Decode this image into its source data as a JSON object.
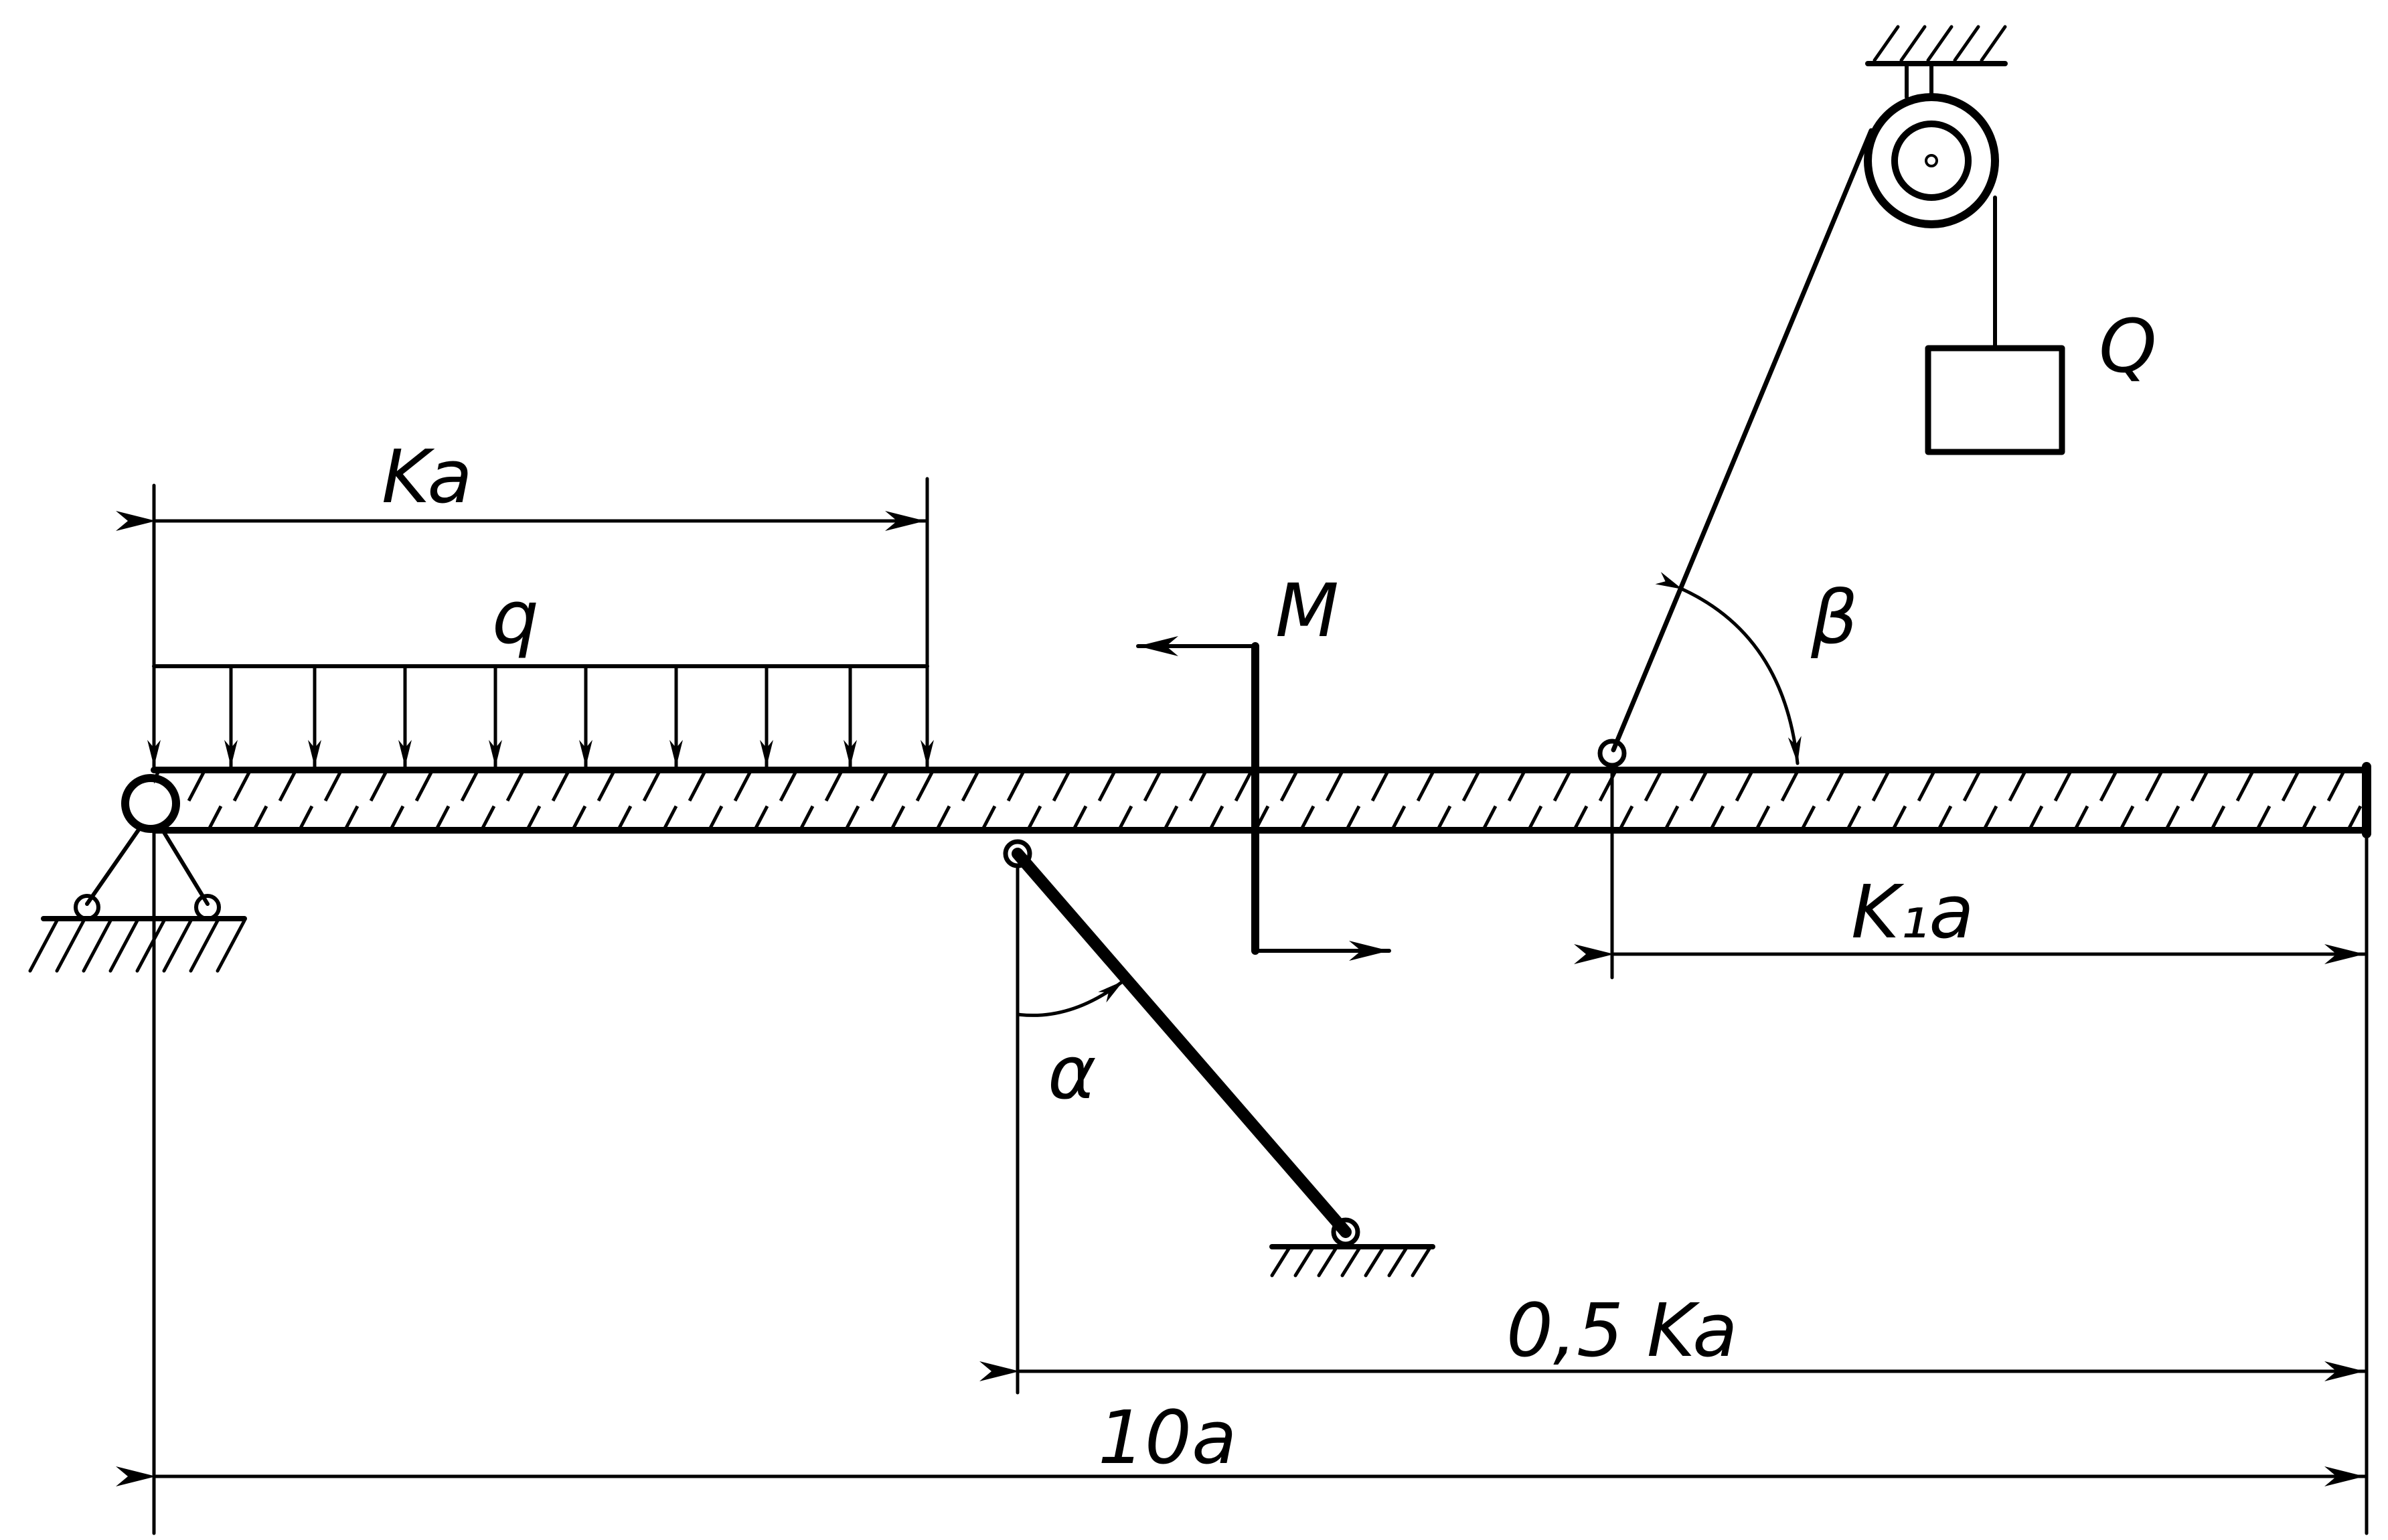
{
  "labels": {
    "ka_top": "Ka",
    "q": "q",
    "M": "M",
    "Q": "Q",
    "beta": "β",
    "alpha": "α",
    "k1a": "K₁a",
    "half_ka": "0,5 Ka",
    "ten_a": "10a"
  }
}
